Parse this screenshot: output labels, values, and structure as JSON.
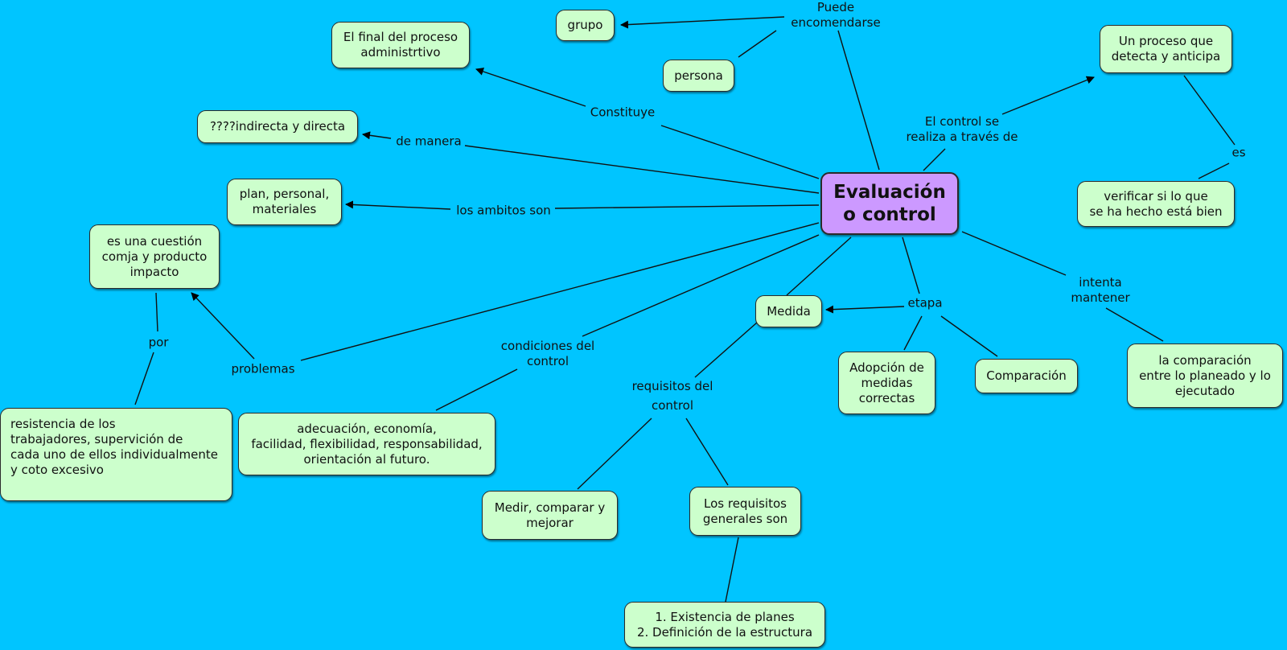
{
  "center": "Evaluación\no control",
  "concepts": {
    "grupo": "grupo",
    "persona": "persona",
    "final": "El final del proceso\nadministrtivo",
    "indirecta": "????indirecta y directa",
    "plan": "plan, personal,\nmateriales",
    "cuestion": "es una cuestión\ncomja y producto\nimpacto",
    "resistencia": "resistencia de los\ntrabajadores, supervición de\ncada uno de ellos individualmente\ny coto excesivo",
    "adecuacion": "adecuación, economía,\nfacilidad, flexibilidad, responsabilidad,\norientación al futuro.",
    "medida": "Medida",
    "adopcion": "Adopción de\nmedidas\ncorrectas",
    "comparacion": "Comparación",
    "medir": "Medir, comparar y\nmejorar",
    "requisitos_generales": "Los requisitos\ngenerales son",
    "existencia": "1. Existencia de planes\n2. Definición de la estructura",
    "proceso": "Un proceso que\ndetecta y anticipa",
    "verificar": "verificar si lo que\nse ha hecho está bien",
    "comparacion_planeado": "la comparación\nentre lo planeado y lo\nejecutado"
  },
  "links": {
    "puede": "Puede\nencomendarse",
    "constituye": "Constituye",
    "de_manera": "de manera",
    "ambitos": "los ambitos son",
    "problemas": "problemas",
    "por": "por",
    "condiciones": "condiciones del\ncontrol",
    "requisitos": "requisitos del\ncontrol",
    "etapa": "etapa",
    "intenta": "intenta\nmantener",
    "control_se": "El control se\nrealiza a través de",
    "es": "es"
  }
}
